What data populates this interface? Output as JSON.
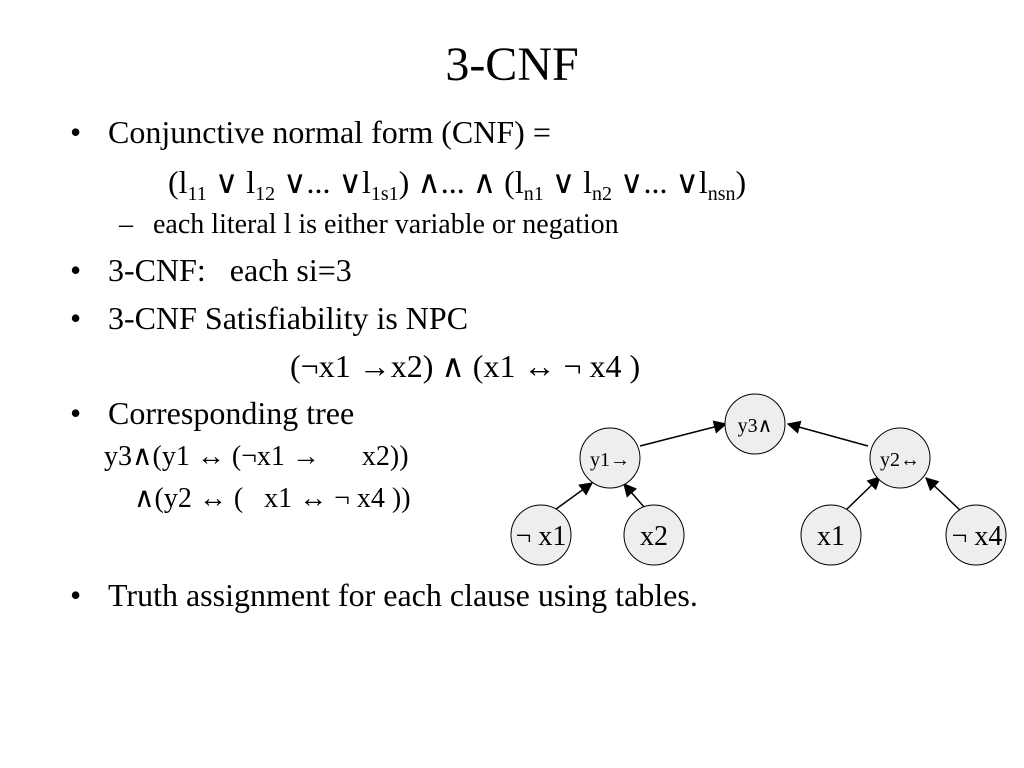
{
  "title": "3-CNF",
  "bullets": {
    "b1": "Conjunctive normal form (CNF) =",
    "b2": "3-CNF:   each si=3",
    "b3": "3-CNF Satisfiability is NPC",
    "b4": "Corresponding tree",
    "b5": "Truth assignment for each clause using tables."
  },
  "formula": {
    "p1": "(l",
    "s1": "11",
    "p2": " ∨ l",
    "s2": "12",
    "p3": " ∨... ∨l",
    "s3": "1s1",
    "p4": ") ∧... ∧ (l",
    "s4": "n1",
    "p5": " ∨ l",
    "s5": "n2",
    "p6": " ∨... ∨l",
    "s6": "nsn",
    "p7": ")"
  },
  "subitem": {
    "dash": "–",
    "text": "each literal l is either variable or negation"
  },
  "example_formula": "(¬x1 →x2) ∧ (x1 ↔ ¬ x4 )",
  "tree_text": {
    "line1": "y3∧(y1 ↔ (¬x1 →      x2))",
    "line2": "∧(y2 ↔ (   x1 ↔ ¬ x4 ))"
  },
  "tree_nodes": {
    "root": "y3∧",
    "left": "y1→",
    "right": "y2↔",
    "ll": "¬ x1",
    "lr": "x2",
    "rl": "x1",
    "rr": "¬ x4"
  },
  "colors": {
    "node_fill": "#eeeeee",
    "stroke": "#000000"
  }
}
